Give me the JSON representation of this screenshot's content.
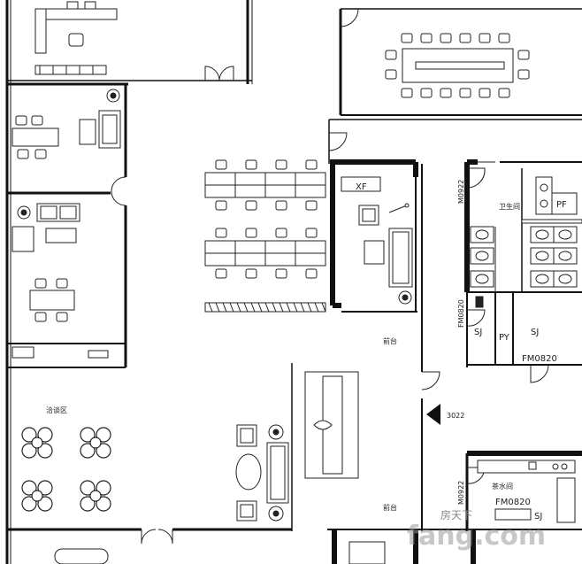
{
  "labels": {
    "xf": "XF",
    "pf": "PF",
    "restroom": "卫生间",
    "m0922_a": "M0922",
    "m0922_b": "M0922",
    "fm0820_a": "FM0820",
    "fm0820_b": "FM0820",
    "fm0820_c": "FM0820",
    "sj_a": "SJ",
    "sj_b": "SJ",
    "sj_c": "SJ",
    "py": "PY",
    "lounge": "洽谈区",
    "front_desk_a": "前台",
    "front_desk_b": "前台",
    "tea_room": "茶水间",
    "mark_3": "3022"
  },
  "watermark": {
    "text": "fang.com",
    "brand": "房天下"
  },
  "icons": {
    "entrance_arrow": "triangle-left-icon"
  }
}
